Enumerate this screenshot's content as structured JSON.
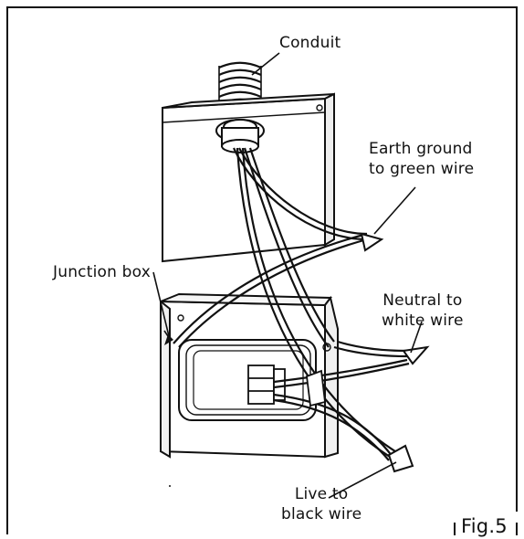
{
  "labels": {
    "conduit": "Conduit",
    "earth_line1": "Earth ground",
    "earth_line2": "to green wire",
    "junction": "Junction box",
    "neutral_line1": "Neutral to",
    "neutral_line2": "white wire",
    "live_line1": "Live to",
    "live_line2": "black wire",
    "figure": "Fig.5"
  },
  "colors": {
    "line": "#111111",
    "background": "#ffffff",
    "box_fill": "#ffffff",
    "shadow": "#d8d8d8"
  }
}
